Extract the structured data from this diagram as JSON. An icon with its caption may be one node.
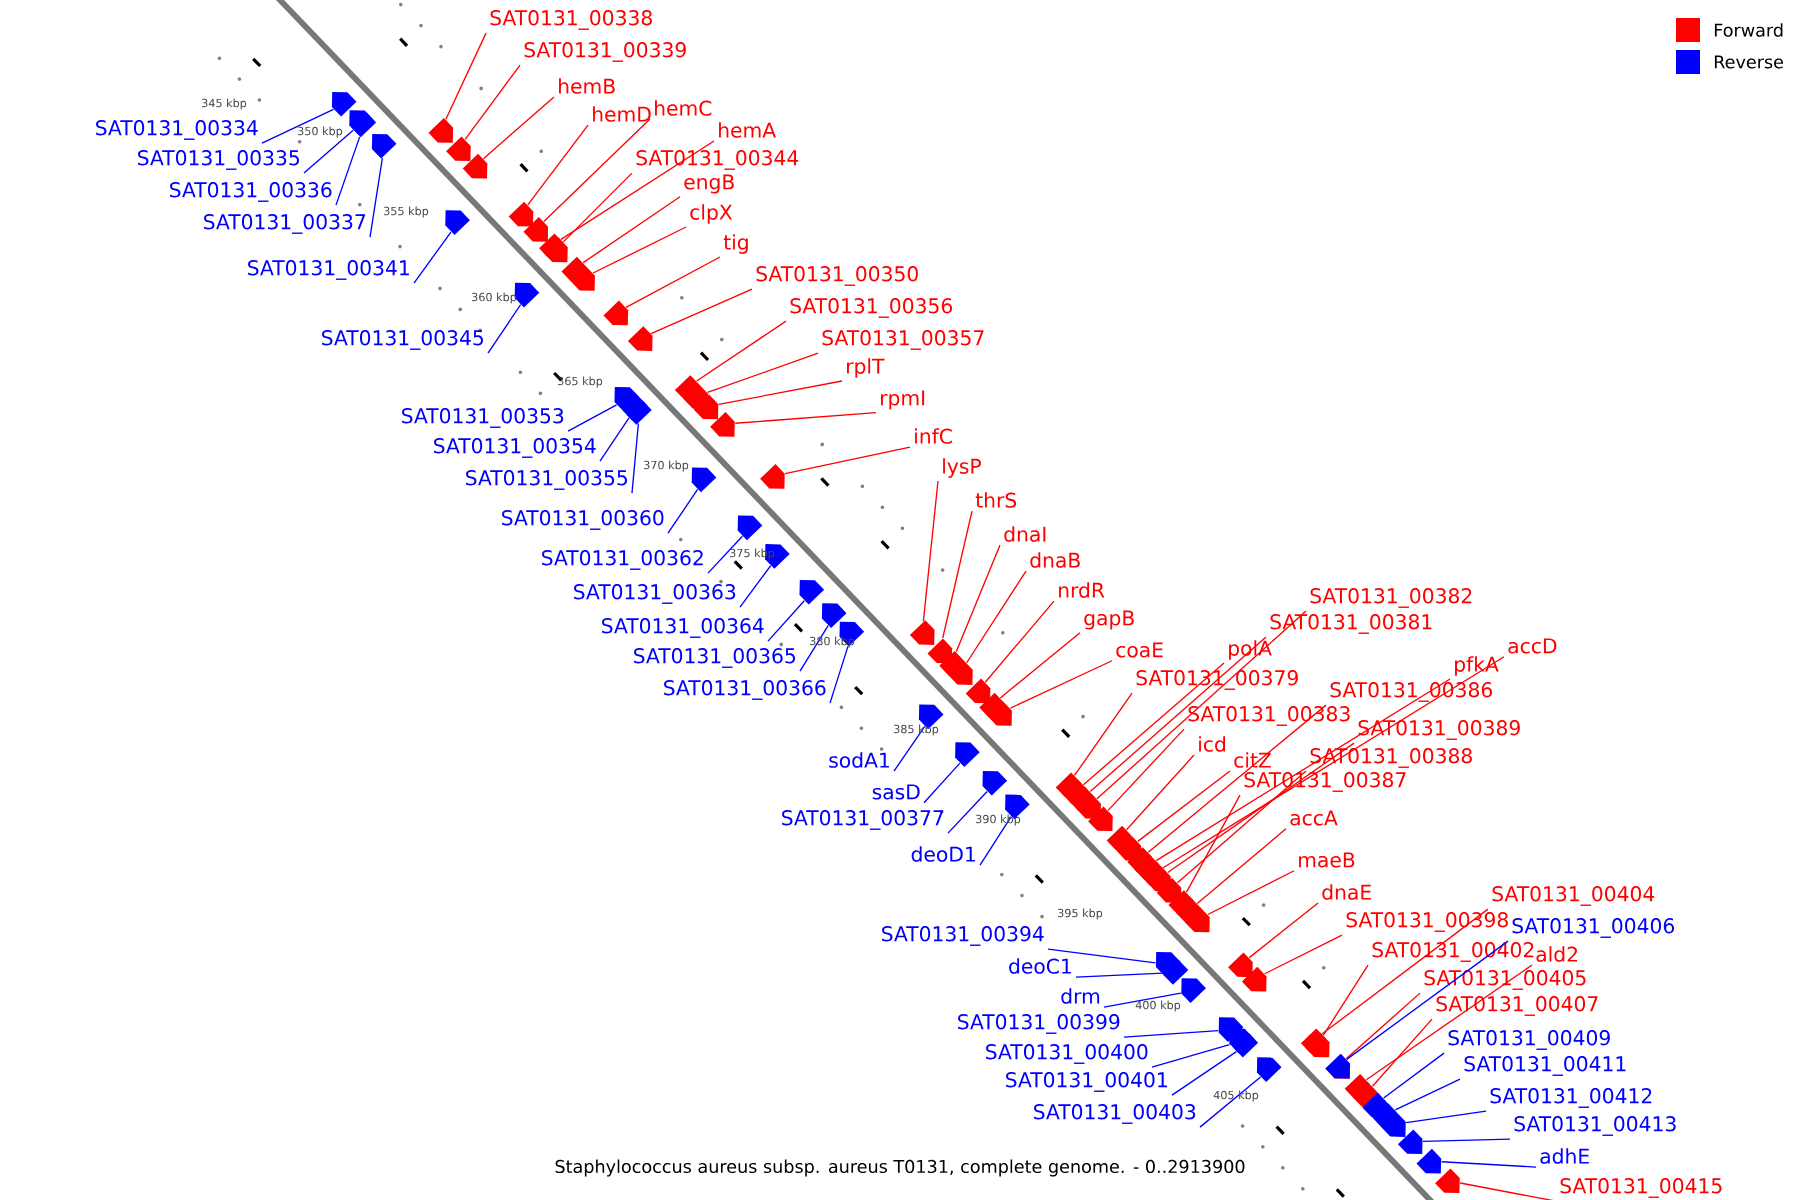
{
  "diagram": {
    "caption": "Staphylococcus aureus subsp. aureus T0131, complete genome. - 0..2913900",
    "nodes": [
      {
        "text": [
          "SAT0131_00338"
        ]
      },
      {
        "text": [
          "SAT0131_00339"
        ]
      },
      {
        "text": [
          "hemB"
        ]
      },
      {
        "text": [
          "hemD"
        ]
      },
      {
        "text": [
          "hemC"
        ]
      },
      {
        "text": [
          "hemA"
        ]
      },
      {
        "text": [
          "SAT0131_00344"
        ]
      },
      {
        "text": [
          "engB"
        ]
      },
      {
        "text": [
          "clpX"
        ]
      },
      {
        "text": [
          "tig"
        ]
      },
      {
        "text": [
          "SAT0131_00350"
        ]
      },
      {
        "text": [
          "SAT0131_00356"
        ]
      },
      {
        "text": [
          "SAT0131_00357"
        ]
      },
      {
        "text": [
          "rplT"
        ]
      },
      {
        "text": [
          "rpmI"
        ]
      },
      {
        "text": [
          "infC"
        ]
      },
      {
        "text": [
          "lysP"
        ]
      },
      {
        "text": [
          "thrS"
        ]
      },
      {
        "text": [
          "dnaI"
        ]
      },
      {
        "text": [
          "dnaB"
        ]
      },
      {
        "text": [
          "nrdR"
        ]
      },
      {
        "text": [
          "gapB"
        ]
      },
      {
        "text": [
          "coaE"
        ]
      },
      {
        "text": [
          "SAT0131_00379"
        ]
      },
      {
        "text": [
          "polA"
        ]
      },
      {
        "text": [
          "SAT0131_00381"
        ]
      },
      {
        "text": [
          "SAT0131_00382"
        ]
      },
      {
        "text": [
          "SAT0131_00383"
        ]
      },
      {
        "text": [
          "icd"
        ]
      },
      {
        "text": [
          "citZ"
        ]
      },
      {
        "text": [
          "SAT0131_00386"
        ]
      },
      {
        "text": [
          "pfkA"
        ]
      },
      {
        "text": [
          "accD"
        ]
      },
      {
        "text": [
          "SAT0131_00389"
        ]
      },
      {
        "text": [
          "SAT0131_00388"
        ]
      },
      {
        "text": [
          "SAT0131_00387"
        ]
      },
      {
        "text": [
          "accA"
        ]
      },
      {
        "text": [
          "maeB"
        ]
      },
      {
        "text": [
          "dnaE"
        ]
      },
      {
        "text": [
          "SAT0131_00398"
        ]
      },
      {
        "text": [
          "SAT0131_00404"
        ]
      },
      {
        "text": [
          "SAT0131_00402"
        ]
      },
      {
        "text": [
          "ald2"
        ]
      },
      {
        "text": [
          "SAT0131_00405"
        ]
      },
      {
        "text": [
          "SAT0131_00407"
        ]
      },
      {
        "text": [
          "SAT0131_00415"
        ]
      },
      {
        "text": [
          "SAT0131_00406"
        ]
      },
      {
        "text": [
          "SAT0131_00409"
        ]
      },
      {
        "text": [
          "SAT0131_00411"
        ]
      },
      {
        "text": [
          "SAT0131_00412"
        ]
      },
      {
        "text": [
          "SAT0131_00413"
        ]
      },
      {
        "text": [
          "adhE"
        ]
      },
      {
        "text": [
          "SAT0131_00334"
        ]
      },
      {
        "text": [
          "SAT0131_00335"
        ]
      },
      {
        "text": [
          "SAT0131_00336"
        ]
      },
      {
        "text": [
          "SAT0131_00337"
        ]
      },
      {
        "text": [
          "SAT0131_00341"
        ]
      },
      {
        "text": [
          "SAT0131_00345"
        ]
      },
      {
        "text": [
          "SAT0131_00353"
        ]
      },
      {
        "text": [
          "SAT0131_00354"
        ]
      },
      {
        "text": [
          "SAT0131_00355"
        ]
      },
      {
        "text": [
          "SAT0131_00360"
        ]
      },
      {
        "text": [
          "SAT0131_00362"
        ]
      },
      {
        "text": [
          "SAT0131_00363"
        ]
      },
      {
        "text": [
          "SAT0131_00364"
        ]
      },
      {
        "text": [
          "SAT0131_00365"
        ]
      },
      {
        "text": [
          "SAT0131_00366"
        ]
      },
      {
        "text": [
          "sodA1"
        ]
      },
      {
        "text": [
          "sasD"
        ]
      },
      {
        "text": [
          "SAT0131_00377"
        ]
      },
      {
        "text": [
          "deoD1"
        ]
      },
      {
        "text": [
          "SAT0131_00394"
        ]
      },
      {
        "text": [
          "deoC1"
        ]
      },
      {
        "text": [
          "drm"
        ]
      },
      {
        "text": [
          "SAT0131_00399"
        ]
      },
      {
        "text": [
          "SAT0131_00400"
        ]
      },
      {
        "text": [
          "SAT0131_00401"
        ]
      },
      {
        "text": [
          "SAT0131_00403"
        ]
      },
      {
        "text": [],
        "shape": "box"
      },
      {
        "text": [],
        "shape": "box"
      },
      {
        "text": [],
        "shape": "box"
      },
      {
        "text": [],
        "shape": "box"
      },
      {
        "text": [],
        "shape": "box"
      },
      {
        "text": [],
        "shape": "box"
      },
      {
        "text": [],
        "shape": "box"
      },
      {
        "text": [],
        "shape": "box"
      },
      {
        "text": [],
        "shape": "box"
      },
      {
        "text": [],
        "shape": "box"
      },
      {
        "text": [],
        "shape": "box"
      },
      {
        "text": [],
        "shape": "box"
      },
      {
        "text": [],
        "shape": "box"
      },
      {
        "text": [],
        "shape": "box"
      },
      {
        "text": [],
        "shape": "box"
      },
      {
        "text": [],
        "shape": "box"
      },
      {
        "text": [],
        "shape": "box"
      },
      {
        "text": [],
        "shape": "box"
      },
      {
        "text": [],
        "shape": "box"
      },
      {
        "text": [],
        "shape": "box"
      },
      {
        "text": [],
        "shape": "box"
      },
      {
        "text": [],
        "shape": "box"
      },
      {
        "text": [],
        "shape": "box"
      },
      {
        "text": [],
        "shape": "box"
      },
      {
        "text": [],
        "shape": "box"
      },
      {
        "text": [],
        "shape": "box"
      },
      {
        "text": [],
        "shape": "box"
      },
      {
        "text": [],
        "shape": "box"
      },
      {
        "text": [],
        "shape": "box"
      },
      {
        "text": [],
        "shape": "box"
      },
      {
        "text": [],
        "shape": "box"
      },
      {
        "text": [],
        "shape": "box"
      },
      {
        "text": [],
        "shape": "box"
      },
      {
        "text": [],
        "shape": "box"
      },
      {
        "text": [],
        "shape": "box"
      },
      {
        "text": [],
        "shape": "box"
      },
      {
        "text": [],
        "shape": "box"
      },
      {
        "text": [],
        "shape": "box"
      },
      {
        "text": [],
        "shape": "box"
      },
      {
        "text": [],
        "shape": "box"
      },
      {
        "text": [],
        "shape": "box"
      },
      {
        "text": [],
        "shape": "box"
      },
      {
        "text": [],
        "shape": "box"
      },
      {
        "text": [],
        "shape": "box"
      },
      {
        "text": [],
        "shape": "box"
      },
      {
        "text": [],
        "shape": "box"
      },
      {
        "text": [],
        "shape": "box"
      },
      {
        "text": [],
        "shape": "box"
      },
      {
        "text": [],
        "shape": "box"
      },
      {
        "text": [],
        "shape": "box"
      },
      {
        "text": [],
        "shape": "box"
      },
      {
        "text": [],
        "shape": "box"
      },
      {
        "text": [],
        "shape": "box"
      },
      {
        "text": [],
        "shape": "box"
      },
      {
        "text": [],
        "shape": "box"
      },
      {
        "text": [],
        "shape": "box"
      },
      {
        "text": [],
        "shape": "box"
      },
      {
        "text": [],
        "shape": "box"
      },
      {
        "text": [],
        "shape": "box"
      },
      {
        "text": [],
        "shape": "box"
      },
      {
        "text": [],
        "shape": "box"
      },
      {
        "text": [],
        "shape": "box"
      },
      {
        "text": [],
        "shape": "box"
      },
      {
        "text": [],
        "shape": "box"
      },
      {
        "text": [],
        "shape": "box"
      },
      {
        "text": [],
        "shape": "box"
      },
      {
        "text": [],
        "shape": "box"
      },
      {
        "text": [],
        "shape": "box"
      },
      {
        "text": [],
        "shape": "box"
      },
      {
        "text": [],
        "shape": "box"
      },
      {
        "text": [],
        "shape": "box"
      },
      {
        "text": [],
        "shape": "box"
      },
      {
        "text": [],
        "shape": "box"
      },
      {
        "text": [],
        "shape": "box"
      },
      {
        "text": [],
        "shape": "box"
      },
      {
        "text": [],
        "shape": "box"
      },
      {
        "text": [],
        "shape": "box"
      },
      {
        "text": [],
        "shape": "box"
      }
    ],
    "edges": [
      {
        "from": 0,
        "to": 78,
        "arrow": "none"
      },
      {
        "from": 1,
        "to": 79,
        "arrow": "none"
      },
      {
        "from": 2,
        "to": 80,
        "arrow": "none"
      },
      {
        "from": 3,
        "to": 81,
        "arrow": "none"
      },
      {
        "from": 4,
        "to": 82,
        "arrow": "none"
      },
      {
        "from": 5,
        "to": 83,
        "arrow": "none"
      },
      {
        "from": 6,
        "to": 84,
        "arrow": "none"
      },
      {
        "from": 7,
        "to": 85,
        "arrow": "none"
      },
      {
        "from": 8,
        "to": 86,
        "arrow": "none"
      },
      {
        "from": 9,
        "to": 87,
        "arrow": "none"
      },
      {
        "from": 10,
        "to": 88,
        "arrow": "none"
      },
      {
        "from": 11,
        "to": 89,
        "arrow": "none"
      },
      {
        "from": 12,
        "to": 90,
        "arrow": "none"
      },
      {
        "from": 13,
        "to": 91,
        "arrow": "none"
      },
      {
        "from": 14,
        "to": 92,
        "arrow": "none"
      },
      {
        "from": 15,
        "to": 93,
        "arrow": "none"
      },
      {
        "from": 16,
        "to": 94,
        "arrow": "none"
      },
      {
        "from": 17,
        "to": 95,
        "arrow": "none"
      },
      {
        "from": 18,
        "to": 96,
        "arrow": "none"
      },
      {
        "from": 19,
        "to": 97,
        "arrow": "none"
      },
      {
        "from": 20,
        "to": 98,
        "arrow": "none"
      },
      {
        "from": 21,
        "to": 99,
        "arrow": "none"
      },
      {
        "from": 22,
        "to": 100,
        "arrow": "none"
      },
      {
        "from": 23,
        "to": 101,
        "arrow": "none"
      },
      {
        "from": 24,
        "to": 102,
        "arrow": "none"
      },
      {
        "from": 25,
        "to": 103,
        "arrow": "none"
      },
      {
        "from": 26,
        "to": 104,
        "arrow": "none"
      },
      {
        "from": 27,
        "to": 105,
        "arrow": "none"
      },
      {
        "from": 28,
        "to": 106,
        "arrow": "none"
      },
      {
        "from": 29,
        "to": 107,
        "arrow": "none"
      },
      {
        "from": 30,
        "to": 108,
        "arrow": "none"
      },
      {
        "from": 31,
        "to": 109,
        "arrow": "none"
      },
      {
        "from": 32,
        "to": 110,
        "arrow": "none"
      },
      {
        "from": 33,
        "to": 111,
        "arrow": "none"
      },
      {
        "from": 34,
        "to": 112,
        "arrow": "none"
      },
      {
        "from": 35,
        "to": 113,
        "arrow": "none"
      },
      {
        "from": 36,
        "to": 114,
        "arrow": "none"
      },
      {
        "from": 37,
        "to": 115,
        "arrow": "none"
      },
      {
        "from": 38,
        "to": 116,
        "arrow": "none"
      },
      {
        "from": 39,
        "to": 117,
        "arrow": "none"
      },
      {
        "from": 40,
        "to": 118,
        "arrow": "none"
      },
      {
        "from": 41,
        "to": 119,
        "arrow": "none"
      },
      {
        "from": 42,
        "to": 120,
        "arrow": "none"
      },
      {
        "from": 43,
        "to": 121,
        "arrow": "none"
      },
      {
        "from": 44,
        "to": 122,
        "arrow": "none"
      },
      {
        "from": 45,
        "to": 123,
        "arrow": "none"
      },
      {
        "from": 46,
        "to": 124,
        "arrow": "none",
        "color": "#0000ff"
      },
      {
        "from": 47,
        "to": 125,
        "arrow": "none",
        "color": "#0000ff"
      },
      {
        "from": 48,
        "to": 126,
        "arrow": "none",
        "color": "#0000ff"
      },
      {
        "from": 49,
        "to": 127,
        "arrow": "none",
        "color": "#0000ff"
      },
      {
        "from": 50,
        "to": 128,
        "arrow": "none",
        "color": "#0000ff"
      },
      {
        "from": 51,
        "to": 129,
        "arrow": "none",
        "color": "#0000ff"
      },
      {
        "from": 52,
        "to": 130,
        "arrow": "none",
        "color": "#0000ff"
      },
      {
        "from": 53,
        "to": 131,
        "arrow": "none",
        "color": "#0000ff"
      },
      {
        "from": 54,
        "to": 132,
        "arrow": "none",
        "color": "#0000ff"
      },
      {
        "from": 55,
        "to": 133,
        "arrow": "none",
        "color": "#0000ff"
      },
      {
        "from": 56,
        "to": 134,
        "arrow": "none",
        "color": "#0000ff"
      },
      {
        "from": 57,
        "to": 135,
        "arrow": "none",
        "color": "#0000ff"
      },
      {
        "from": 58,
        "to": 136,
        "arrow": "none",
        "color": "#0000ff"
      },
      {
        "from": 59,
        "to": 137,
        "arrow": "none",
        "color": "#0000ff"
      },
      {
        "from": 60,
        "to": 138,
        "arrow": "none",
        "color": "#0000ff"
      },
      {
        "from": 61,
        "to": 139,
        "arrow": "none",
        "color": "#0000ff"
      },
      {
        "from": 62,
        "to": 140,
        "arrow": "none",
        "color": "#0000ff"
      },
      {
        "from": 63,
        "to": 141,
        "arrow": "none",
        "color": "#0000ff"
      },
      {
        "from": 64,
        "to": 142,
        "arrow": "none",
        "color": "#0000ff"
      },
      {
        "from": 65,
        "to": 143,
        "arrow": "none",
        "color": "#0000ff"
      },
      {
        "from": 66,
        "to": 144,
        "arrow": "none",
        "color": "#0000ff"
      },
      {
        "from": 67,
        "to": 145,
        "arrow": "none",
        "color": "#0000ff"
      },
      {
        "from": 68,
        "to": 146,
        "arrow": "none",
        "color": "#0000ff"
      },
      {
        "from": 69,
        "to": 147,
        "arrow": "none",
        "color": "#0000ff"
      },
      {
        "from": 70,
        "to": 148,
        "arrow": "none",
        "color": "#0000ff"
      },
      {
        "from": 71,
        "to": 149,
        "arrow": "none",
        "color": "#0000ff"
      },
      {
        "from": 72,
        "to": 150,
        "arrow": "none",
        "color": "#0000ff"
      },
      {
        "from": 73,
        "to": 151,
        "arrow": "none",
        "color": "#0000ff"
      },
      {
        "from": 74,
        "to": 152,
        "arrow": "none",
        "color": "#0000ff"
      },
      {
        "from": 75,
        "to": 153,
        "arrow": "none",
        "color": "#0000ff"
      },
      {
        "from": 76,
        "to": 154,
        "arrow": "none",
        "color": "#0000ff"
      },
      {
        "from": 77,
        "to": 155,
        "arrow": "none",
        "color": "#0000ff"
      }
    ],
    "labels": [
      "345 kbp",
      "350 kbp",
      "355 kbp",
      "360 kbp",
      "365 kbp",
      "370 kbp",
      "375 kbp",
      "380 kbp",
      "385 kbp",
      "390 kbp",
      "395 kbp",
      "400 kbp",
      "405 kbp"
    ],
    "legend": [
      {
        "text": "Forward",
        "color": "#ff0000"
      },
      {
        "text": "Reverse",
        "color": "#0000ff"
      }
    ]
  }
}
